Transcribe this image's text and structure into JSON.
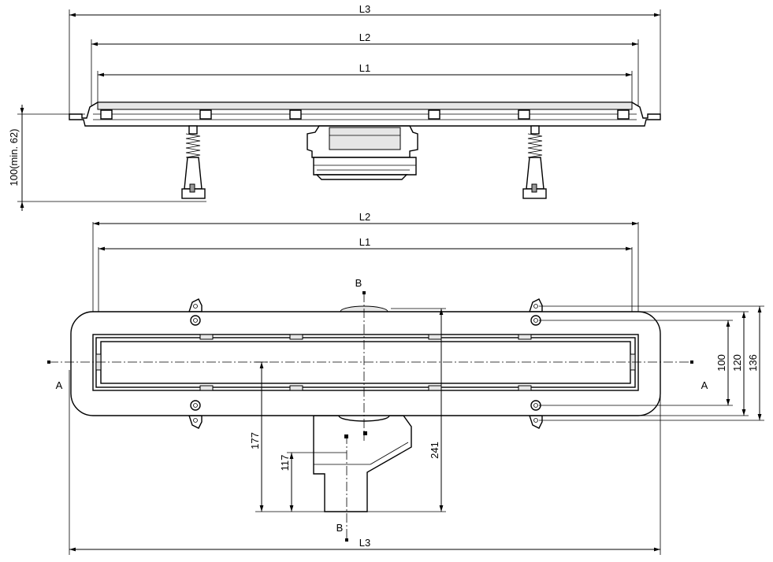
{
  "top_view": {
    "l3": "L3",
    "l2": "L2",
    "l1": "L1",
    "height_range": "100(min. 62)"
  },
  "plan_view": {
    "l2": "L2",
    "l1": "L1",
    "l3": "L3",
    "section_b_top": "B",
    "section_b_bottom": "B",
    "section_a_left": "A",
    "section_a_right": "A",
    "dim_100": "100",
    "dim_120": "120",
    "dim_136": "136",
    "dim_177": "177",
    "dim_117": "117",
    "dim_241": "241"
  }
}
